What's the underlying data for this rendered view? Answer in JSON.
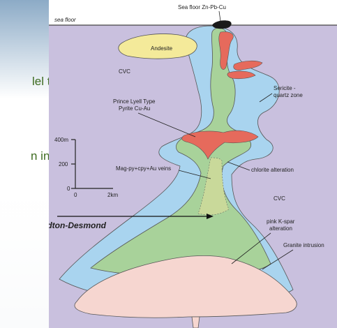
{
  "slide": {
    "text_fragment_1": "lel to",
    "text_fragment_2": "n in"
  },
  "diagram": {
    "labels": {
      "sea_floor": "sea floor",
      "sea_floor_deposit": "Sea floor Zn-Pb-Cu",
      "andesite": "Andesite",
      "cvc_left": "CVC",
      "sericite_line1": "Sericite -",
      "sericite_line2": "quartz zone",
      "prince_lyell_line1": "Prince Lyell Type",
      "prince_lyell_line2": "Pyrite Cu-Au",
      "mag_veins": "Mag-py+cpy+Au veins",
      "chlorite": "chlorite alteration",
      "cvc_right": "CVC",
      "pink_kspar_line1": "pink K-spar",
      "pink_kspar_line2": "alteration",
      "granite": "Granite intrusion",
      "elverdton": "Elverdton-Desmond"
    },
    "scale_bar": {
      "tick_400": "400m",
      "tick_200": "200",
      "tick_0": "0",
      "x_0": "0",
      "x_2": "2km"
    },
    "colors": {
      "background": "#c9c0de",
      "andesite": "#f4ea9a",
      "sericite_zone": "#a9d4ef",
      "chlorite_zone": "#a8d29a",
      "ore": "#e66a5c",
      "veins": "#c9d99a",
      "granite": "#f6d6d0",
      "sea_floor_deposit": "#1a1a1a",
      "slide_text": "#3d6b1f"
    }
  }
}
